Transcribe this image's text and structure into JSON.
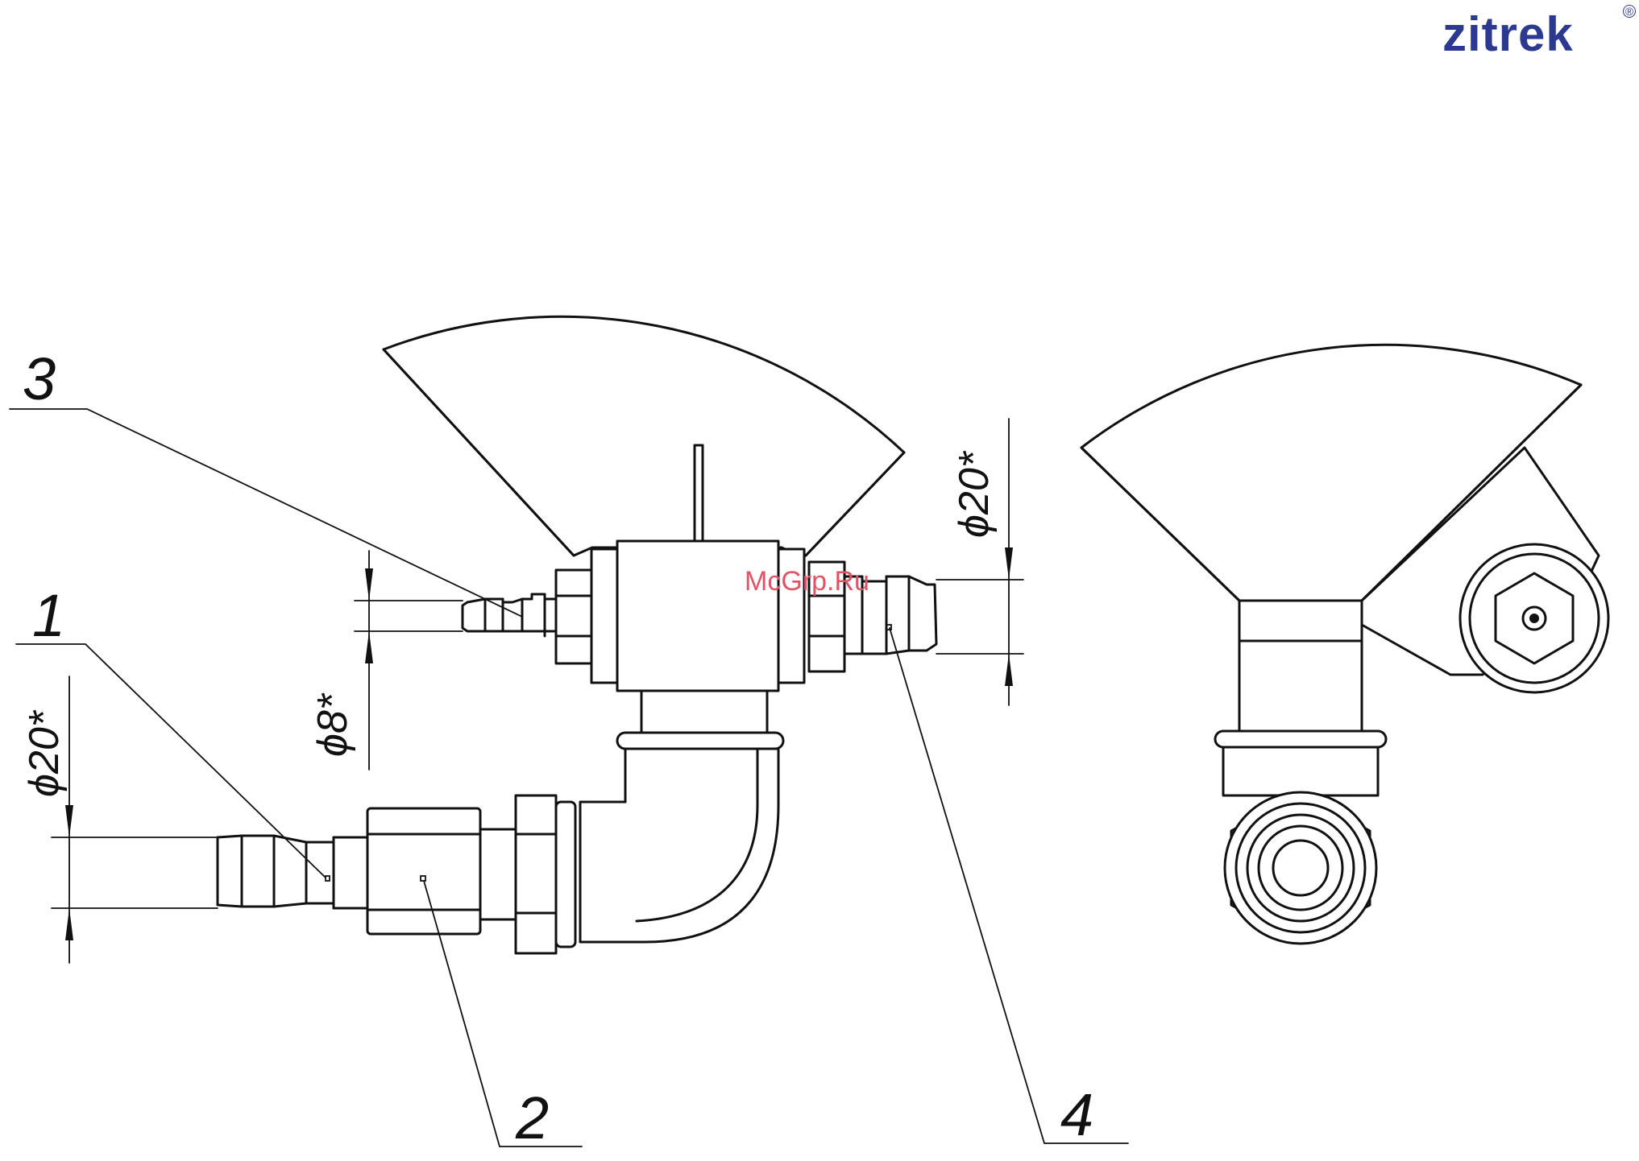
{
  "logo": {
    "text": "zitrek",
    "registered_mark": "®",
    "color": "#2b3990"
  },
  "watermark": {
    "text": "McGrp.Ru",
    "color": "#e05566"
  },
  "callouts": {
    "c1": "1",
    "c2": "2",
    "c3": "3",
    "c4": "4"
  },
  "dimensions": {
    "left_inlet_diameter": "ϕ20*",
    "small_fitting_diameter": "ϕ8*",
    "right_outlet_diameter": "ϕ20*"
  }
}
